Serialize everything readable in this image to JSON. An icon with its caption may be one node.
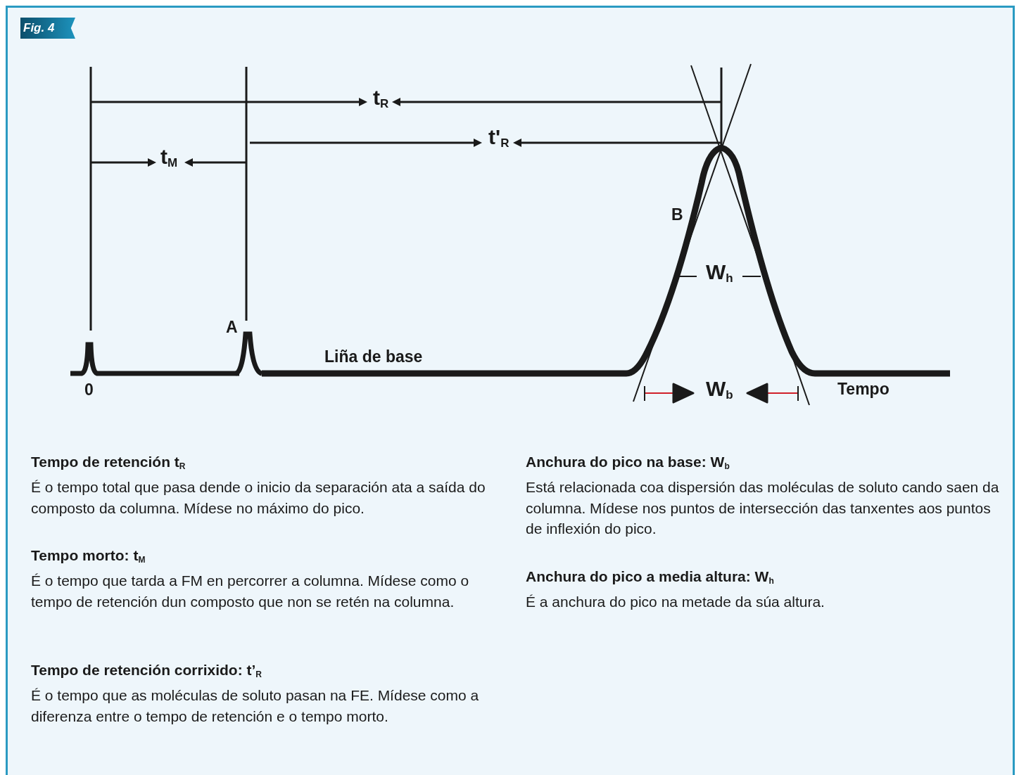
{
  "diagram": {
    "title": "Fig. 4",
    "labels": [
      "t$_{R}$",
      "t'$_{R}$",
      "t$_{M}$",
      "B",
      "W$_{h}$",
      "A",
      "Liña de base",
      "0",
      "W$_{b}$",
      "Tempo",
      "Tempo de retención t$_{R}$",
      "É o tempo total que pasa dende o inicio da separación ata a saída do composto da columna. Mídese no máximo do pico.",
      "Tempo morto: t$_{M}$",
      "É o tempo que tarda a FM en percorrer a columna. Mídese como o tempo de retención dun composto que non se retén na columna.",
      "Tempo de retención corrixido: t’$_{R}$",
      "É o tempo que as moléculas de soluto pasan na FE. Mídese como a diferenza entre o tempo de retención e o tempo morto.",
      "Anchura do pico na base: W$_{b}$",
      "Está relacionada coa dispersión das moléculas de soluto cando saen da columna. Mídese nos puntos de intersección das tanxentes aos puntos de inflexión do pico.",
      "Anchura do pico a media altura: W$_{h}$",
      "É a anchura do pico na metade da súa altura."
    ]
  }
}
